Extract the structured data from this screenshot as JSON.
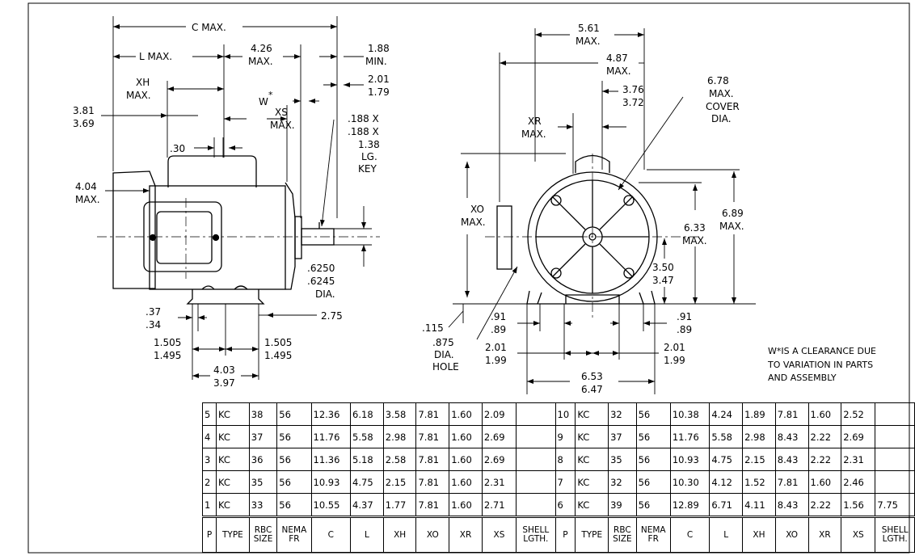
{
  "side_view": {
    "c_max": "C MAX.",
    "l_max": "L MAX.",
    "dim_426": [
      "4.26",
      "MAX."
    ],
    "dim_188": [
      "1.88",
      "MIN."
    ],
    "dim_201": [
      "2.01",
      "1.79"
    ],
    "xh_max": [
      "XH",
      "MAX."
    ],
    "w_star": "W",
    "w_star_mark": "*",
    "xs_max": [
      "XS",
      "MAX."
    ],
    "dim_381": [
      "3.81",
      "3.69"
    ],
    "key": [
      ".188 X",
      ".188 X",
      "1.38",
      "LG.",
      "KEY"
    ],
    "dim_30": ".30",
    "dim_404": [
      "4.04",
      "MAX."
    ],
    "shaft_dia": [
      ".6250",
      ".6245",
      "DIA."
    ],
    "dim_37": [
      ".37",
      ".34"
    ],
    "dim_275": "2.75",
    "dim_1505_l": [
      "1.505",
      "1.495"
    ],
    "dim_1505_r": [
      "1.505",
      "1.495"
    ],
    "dim_403": [
      "4.03",
      "3.97"
    ]
  },
  "end_view": {
    "dim_561": [
      "5.61",
      "MAX."
    ],
    "dim_487": [
      "4.87",
      "MAX."
    ],
    "dim_376": [
      "3.76",
      "3.72"
    ],
    "cover": [
      "6.78",
      "MAX.",
      "COVER",
      "DIA."
    ],
    "xr_max": [
      "XR",
      "MAX."
    ],
    "xo_max": [
      "XO",
      "MAX."
    ],
    "dim_689": [
      "6.89",
      "MAX."
    ],
    "dim_633": [
      "6.33",
      "MAX."
    ],
    "dim_350": [
      "3.50",
      "3.47"
    ],
    "dim_115": ".115",
    "hole": [
      ".875",
      "DIA.",
      "HOLE"
    ],
    "dim_91_l": [
      ".91",
      ".89"
    ],
    "dim_91_r": [
      ".91",
      ".89"
    ],
    "dim_201_l": [
      "2.01",
      "1.99"
    ],
    "dim_201_r": [
      "2.01",
      "1.99"
    ],
    "dim_653": [
      "6.53",
      "6.47"
    ]
  },
  "note": [
    "W*IS A CLEARANCE DUE",
    "TO VARIATION IN  PARTS",
    "AND ASSEMBLY"
  ],
  "table": {
    "headers": [
      [
        "P"
      ],
      [
        "TYPE"
      ],
      [
        "RBC",
        "SIZE"
      ],
      [
        "NEMA",
        "FR"
      ],
      [
        "C"
      ],
      [
        "L"
      ],
      [
        "XH"
      ],
      [
        "XO"
      ],
      [
        "XR"
      ],
      [
        "XS"
      ],
      [
        "SHELL",
        "LGTH."
      ],
      [
        "P"
      ],
      [
        "TYPE"
      ],
      [
        "RBC",
        "SIZE"
      ],
      [
        "NEMA",
        "FR"
      ],
      [
        "C"
      ],
      [
        "L"
      ],
      [
        "XH"
      ],
      [
        "XO"
      ],
      [
        "XR"
      ],
      [
        "XS"
      ],
      [
        "SHELL",
        "LGTH."
      ]
    ],
    "rows": [
      [
        "5",
        "KC",
        "38",
        "56",
        "12.36",
        "6.18",
        "3.58",
        "7.81",
        "1.60",
        "2.09",
        "",
        "10",
        "KC",
        "32",
        "56",
        "10.38",
        "4.24",
        "1.89",
        "7.81",
        "1.60",
        "2.52",
        ""
      ],
      [
        "4",
        "KC",
        "37",
        "56",
        "11.76",
        "5.58",
        "2.98",
        "7.81",
        "1.60",
        "2.69",
        "",
        "9",
        "KC",
        "37",
        "56",
        "11.76",
        "5.58",
        "2.98",
        "8.43",
        "2.22",
        "2.69",
        ""
      ],
      [
        "3",
        "KC",
        "36",
        "56",
        "11.36",
        "5.18",
        "2.58",
        "7.81",
        "1.60",
        "2.69",
        "",
        "8",
        "KC",
        "35",
        "56",
        "10.93",
        "4.75",
        "2.15",
        "8.43",
        "2.22",
        "2.31",
        ""
      ],
      [
        "2",
        "KC",
        "35",
        "56",
        "10.93",
        "4.75",
        "2.15",
        "7.81",
        "1.60",
        "2.31",
        "",
        "7",
        "KC",
        "32",
        "56",
        "10.30",
        "4.12",
        "1.52",
        "7.81",
        "1.60",
        "2.46",
        ""
      ],
      [
        "1",
        "KC",
        "33",
        "56",
        "10.55",
        "4.37",
        "1.77",
        "7.81",
        "1.60",
        "2.71",
        "",
        "6",
        "KC",
        "39",
        "56",
        "12.89",
        "6.71",
        "4.11",
        "8.43",
        "2.22",
        "1.56",
        "7.75"
      ]
    ]
  }
}
